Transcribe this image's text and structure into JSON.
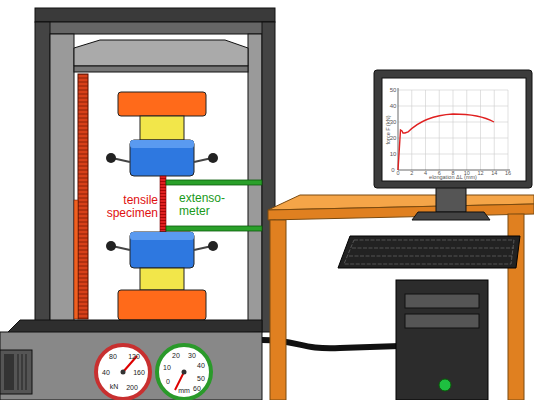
{
  "diagram": {
    "labels": [
      "tensile specimen",
      "extenso- meter",
      "force F (kN)",
      "elongation ΔL (mm)",
      "0",
      "10",
      "20",
      "30",
      "40",
      "50",
      "0",
      "2",
      "4",
      "6",
      "8",
      "10",
      "12",
      "14",
      "16",
      "40",
      "80",
      "120",
      "160",
      "kN",
      "200",
      "10",
      "20",
      "30",
      "40",
      "50",
      "0",
      "mm",
      "60"
    ]
  }
}
